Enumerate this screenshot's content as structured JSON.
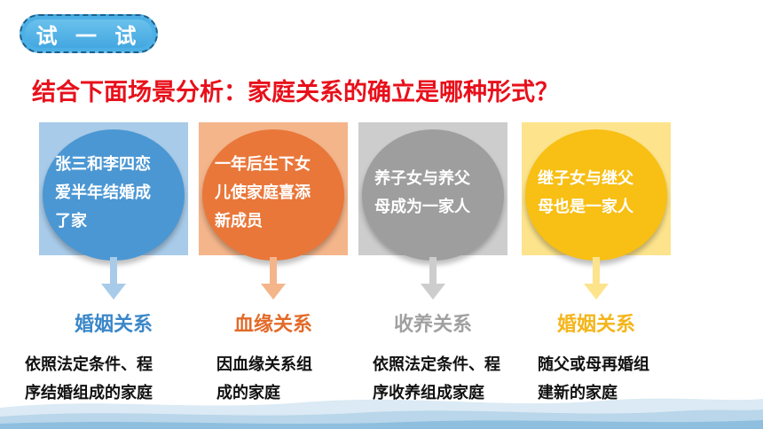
{
  "badge": {
    "label": "试 一 试"
  },
  "question": "结合下面场景分析：家庭关系的确立是哪种形式？",
  "colors": {
    "blue": "#4b97d3",
    "blue_light": "#a8cbe9",
    "blue_text": "#3a87c9",
    "orange": "#e9773a",
    "orange_light": "#f4b58b",
    "orange_text": "#e26a28",
    "gray": "#9e9e9e",
    "gray_light": "#cdcdcd",
    "gray_text": "#a0a0a0",
    "yellow": "#f8bf14",
    "yellow_light": "#fde48c",
    "yellow_text": "#f4b51a",
    "title_red": "#e8101b"
  },
  "cards": [
    {
      "scene_lines": [
        "张三和李四恋",
        "爱半年结婚成",
        "了家"
      ],
      "type": "婚姻关系",
      "desc_lines": [
        "依照法定条件、程",
        "序结婚组成的家庭"
      ]
    },
    {
      "scene_lines": [
        "一年后生下女",
        "儿使家庭喜添",
        "新成员"
      ],
      "type": "血缘关系",
      "desc_lines": [
        "因血缘关系组",
        "成的家庭"
      ]
    },
    {
      "scene_lines": [
        "养子女与养父",
        "母成为一家人"
      ],
      "type": "收养关系",
      "desc_lines": [
        "依照法定条件、程",
        "序收养组成家庭"
      ]
    },
    {
      "scene_lines": [
        "继子女与继父",
        "母也是一家人"
      ],
      "type": "婚姻关系",
      "desc_lines": [
        "随父或母再婚组",
        "建新的家庭"
      ]
    }
  ]
}
